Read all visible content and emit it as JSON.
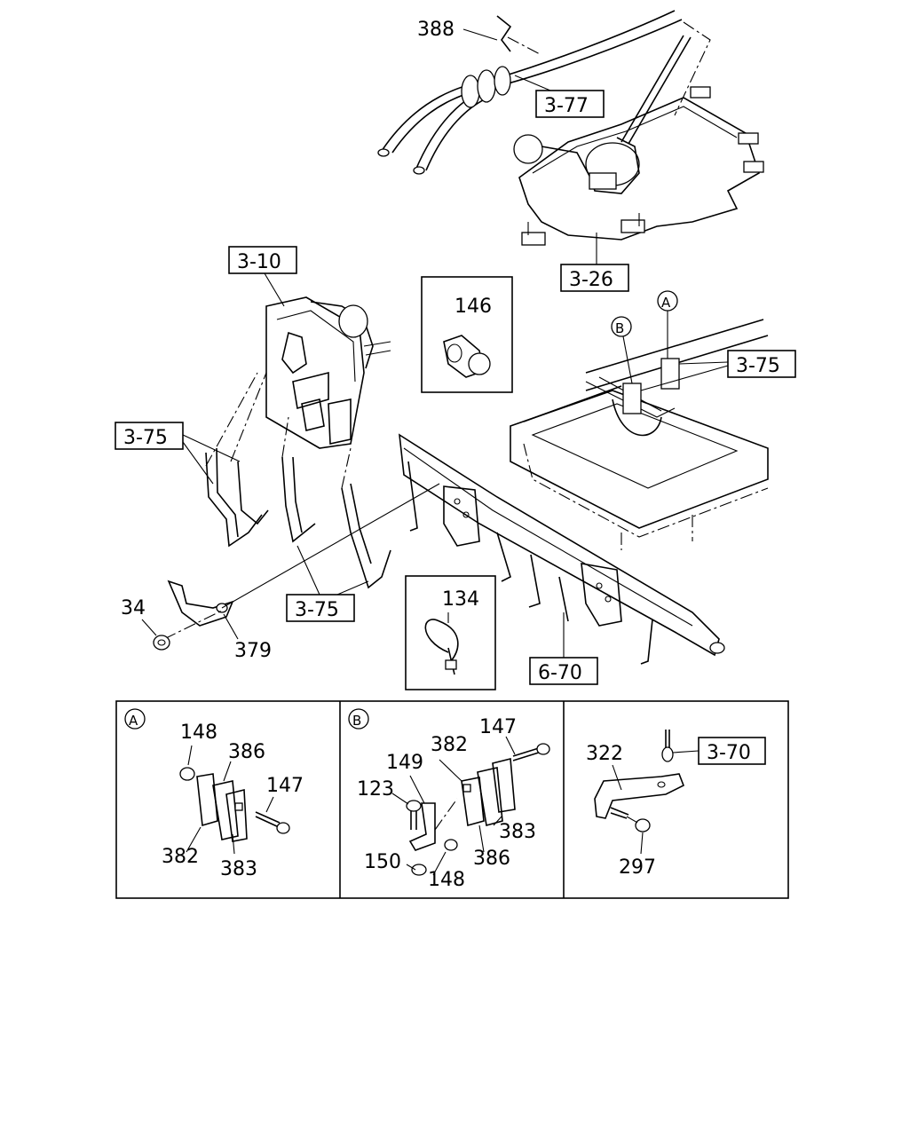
{
  "labels": {
    "p388": "388",
    "r3_77": "3-77",
    "r3_26": "3-26",
    "r3_10": "3-10",
    "p146": "146",
    "r3_75_right": "3-75",
    "r3_75_left": "3-75",
    "r3_75_bottom": "3-75",
    "p34": "34",
    "p379": "379",
    "p134": "134",
    "r6_70": "6-70",
    "marker_a": "A",
    "marker_b": "B"
  },
  "detail_a": {
    "marker": "A",
    "p148": "148",
    "p386": "386",
    "p147": "147",
    "p382": "382",
    "p383": "383"
  },
  "detail_b": {
    "marker": "B",
    "p147": "147",
    "p382": "382",
    "p149": "149",
    "p123": "123",
    "p383": "383",
    "p386": "386",
    "p150": "150",
    "p148": "148"
  },
  "detail_c": {
    "p322": "322",
    "r3_70": "3-70",
    "p297": "297"
  }
}
